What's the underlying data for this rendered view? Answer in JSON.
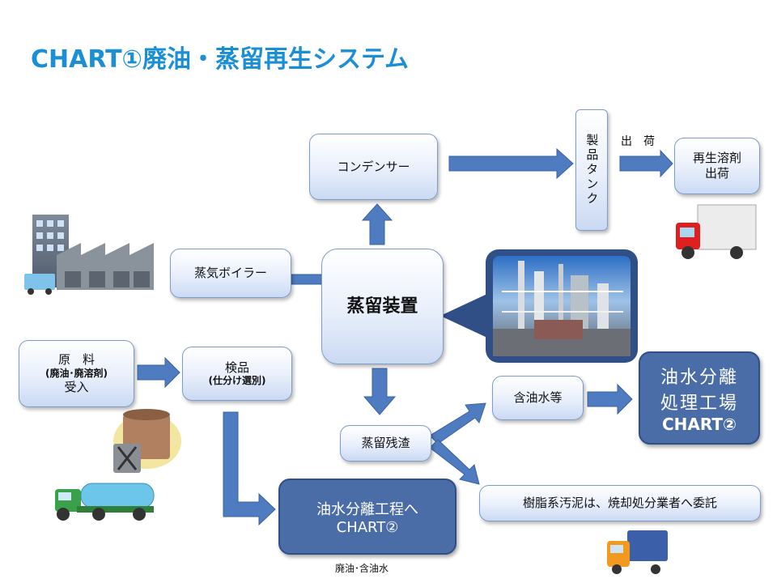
{
  "title": "CHART①廃油・蒸留再生システム",
  "nodes": {
    "condenser": "コンデンサー",
    "product_tank": "製品タンク",
    "shipment_label": "出　荷",
    "recycled_solvent_line1": "再生溶剤",
    "recycled_solvent_line2": "出荷",
    "steam_boiler": "蒸気ボイラー",
    "distillation_unit": "蒸留装置",
    "raw_material_line1": "原　料",
    "raw_material_line2": "(廃油･廃溶剤)",
    "raw_material_line3": "受入",
    "inspection_line1": "検品",
    "inspection_line2": "(仕分け選別)",
    "oily_water": "含油水等",
    "plant_line1": "油水分離",
    "plant_line2": "処理工場",
    "plant_line3": "CHART②",
    "residue": "蒸留残渣",
    "separation_line1": "油水分離工程へ",
    "separation_line2": "CHART②",
    "resin_sludge": "樹脂系汚泥は、焼却処分業者へ委託",
    "bottom_caption": "廃油･含油水"
  },
  "colors": {
    "title": "#1a8fd6",
    "arrow": "#4f7cc0",
    "dark_box": "#4a6da8"
  }
}
